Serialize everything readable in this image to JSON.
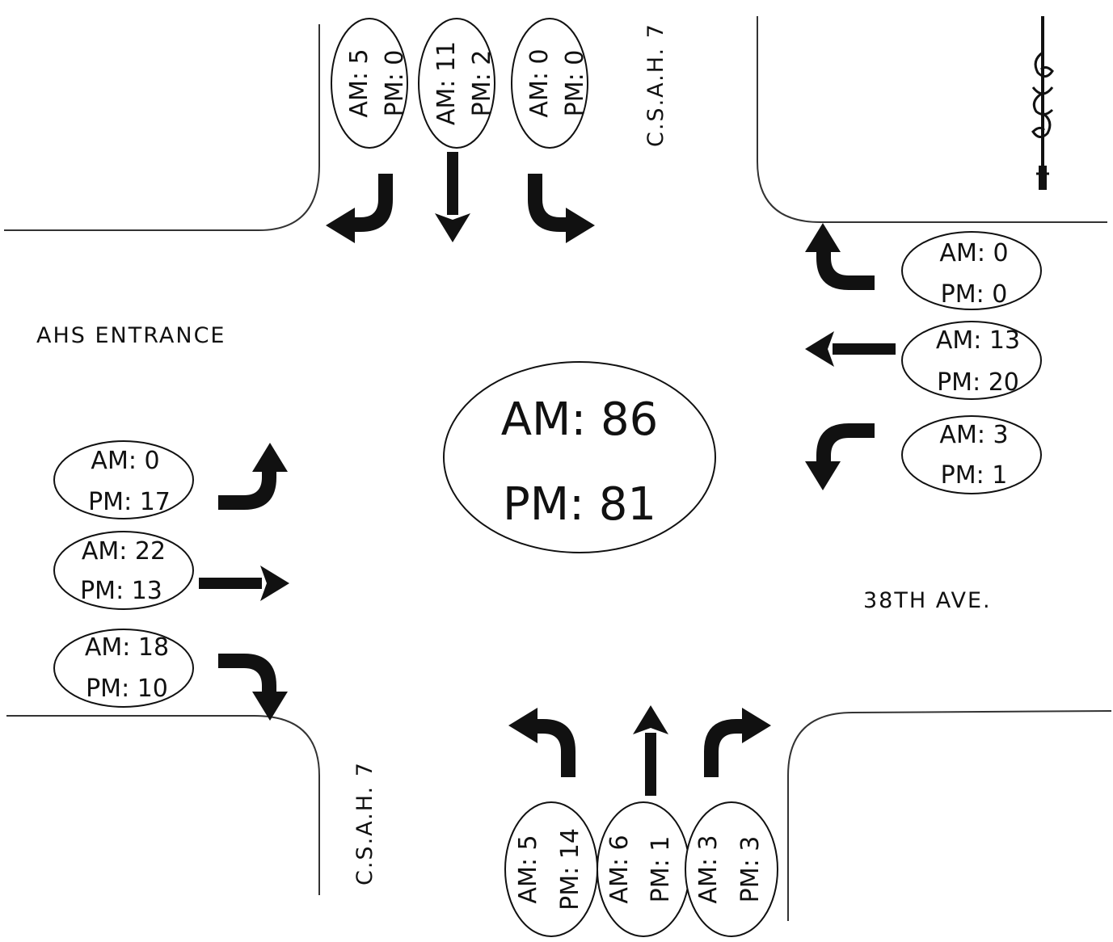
{
  "streets": {
    "west": "AHS ENTRANCE",
    "east": "38TH AVE.",
    "north": "C.S.A.H. 7",
    "south": "C.S.A.H. 7"
  },
  "totals": {
    "am": "AM: 86",
    "pm": "PM: 81"
  },
  "approaches": {
    "southbound": [
      {
        "movement": "right",
        "am": "AM: 5",
        "pm": "PM: 0"
      },
      {
        "movement": "through",
        "am": "AM: 11",
        "pm": "PM: 2"
      },
      {
        "movement": "left",
        "am": "AM: 0",
        "pm": "PM: 0"
      }
    ],
    "westbound": [
      {
        "movement": "right",
        "am": "AM: 0",
        "pm": "PM: 0"
      },
      {
        "movement": "through",
        "am": "AM: 13",
        "pm": "PM: 20"
      },
      {
        "movement": "left",
        "am": "AM: 3",
        "pm": "PM: 1"
      }
    ],
    "eastbound": [
      {
        "movement": "left",
        "am": "AM: 0",
        "pm": "PM: 17"
      },
      {
        "movement": "through",
        "am": "AM: 22",
        "pm": "PM: 13"
      },
      {
        "movement": "right",
        "am": "AM: 18",
        "pm": "PM: 10"
      }
    ],
    "northbound": [
      {
        "movement": "left",
        "am": "AM: 5",
        "pm": "PM: 14"
      },
      {
        "movement": "through",
        "am": "AM: 6",
        "pm": "PM: 1"
      },
      {
        "movement": "right",
        "am": "AM: 3",
        "pm": "PM: 3"
      }
    ]
  },
  "icons": {
    "north_arrow": "north-arrow-icon"
  },
  "colors": {
    "ink": "#111111",
    "background": "#ffffff"
  }
}
